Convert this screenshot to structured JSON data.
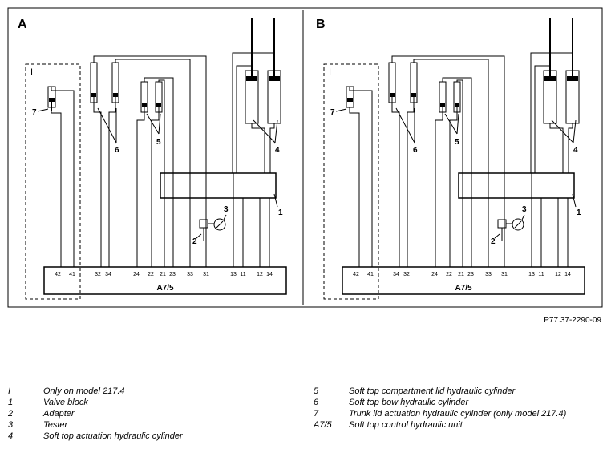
{
  "panels": [
    {
      "letter": "A",
      "unit": "A7/5",
      "pins": [
        "42",
        "41",
        "32",
        "34",
        "24",
        "22",
        "21",
        "23",
        "33",
        "31",
        "13",
        "11",
        "12",
        "14"
      ],
      "callouts": {
        "c7": "7",
        "c6": "6",
        "c5": "5",
        "c4": "4",
        "c1": "1",
        "c2": "2",
        "c3": "3"
      },
      "region": "I"
    },
    {
      "letter": "B",
      "unit": "A7/5",
      "pins": [
        "42",
        "41",
        "34",
        "32",
        "24",
        "22",
        "21",
        "23",
        "33",
        "31",
        "13",
        "11",
        "12",
        "14"
      ],
      "callouts": {
        "c7": "7",
        "c6": "6",
        "c5": "5",
        "c4": "4",
        "c1": "1",
        "c2": "2",
        "c3": "3"
      },
      "region": "I"
    }
  ],
  "figure_ref": "P77.37-2290-09",
  "legend_left": [
    {
      "key": "I",
      "desc": "Only on model 217.4"
    },
    {
      "key": "1",
      "desc": "Valve block"
    },
    {
      "key": "2",
      "desc": "Adapter"
    },
    {
      "key": "3",
      "desc": "Tester"
    },
    {
      "key": "4",
      "desc": "Soft top actuation hydraulic cylinder"
    }
  ],
  "legend_right": [
    {
      "key": "5",
      "desc": "Soft top compartment lid hydraulic cylinder"
    },
    {
      "key": "6",
      "desc": "Soft top bow hydraulic cylinder"
    },
    {
      "key": "7",
      "desc": "Trunk lid actuation hydraulic cylinder (only model 217.4)"
    },
    {
      "key": "A7/5",
      "desc": "Soft top control hydraulic unit"
    }
  ]
}
